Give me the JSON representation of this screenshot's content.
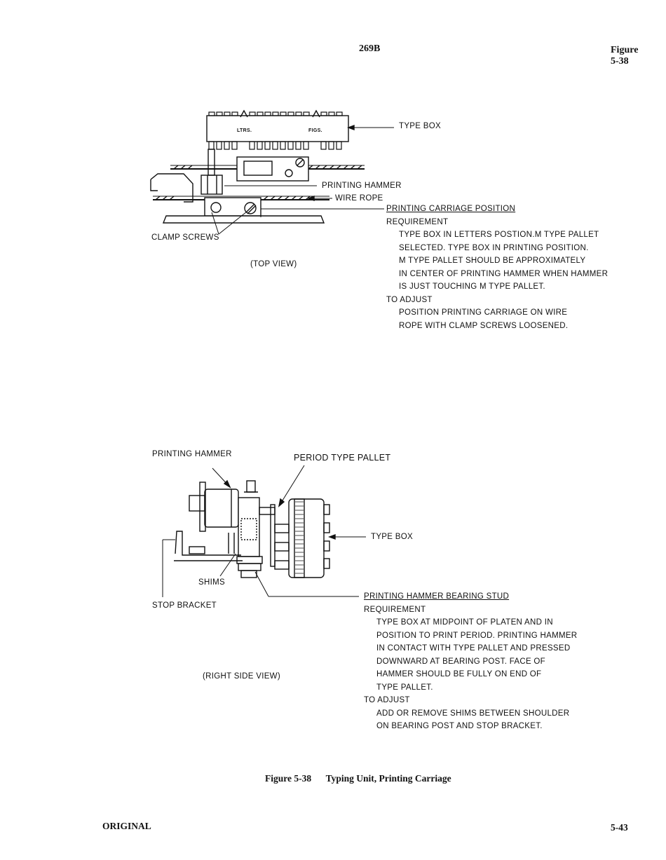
{
  "header": {
    "doc_code": "269B",
    "figure_ref_line1": "Figure",
    "figure_ref_line2": "5-38"
  },
  "top_view": {
    "labels": {
      "type_box": "TYPE BOX",
      "ltrs": "LTRS.",
      "figs": "FIGS.",
      "printing_hammer": "PRINTING HAMMER",
      "wire_rope": "WIRE ROPE",
      "clamp_screws": "CLAMP SCREWS"
    },
    "caption": "(TOP VIEW)",
    "heading": "PRINTING CARRIAGE POSITION",
    "requirement_label": "REQUIREMENT",
    "requirement_lines": [
      "TYPE BOX IN LETTERS POSTION.M TYPE PALLET",
      "SELECTED.  TYPE BOX IN PRINTING POSITION.",
      "M TYPE PALLET SHOULD BE APPROXIMATELY",
      "IN CENTER OF PRINTING HAMMER WHEN HAMMER",
      "IS JUST TOUCHING M TYPE PALLET."
    ],
    "adjust_label": "TO ADJUST",
    "adjust_lines": [
      "POSITION PRINTING CARRIAGE ON WIRE",
      "ROPE WITH CLAMP SCREWS LOOSENED."
    ]
  },
  "side_view": {
    "labels": {
      "printing_hammer": "PRINTING HAMMER",
      "period_type_pallet": "PERIOD TYPE PALLET",
      "type_box": "TYPE BOX",
      "shims": "SHIMS",
      "stop_bracket": "STOP BRACKET"
    },
    "caption": "(RIGHT SIDE VIEW)",
    "heading": "PRINTING HAMMER BEARING STUD",
    "requirement_label": "REQUIREMENT",
    "requirement_lines": [
      "TYPE BOX AT MIDPOINT OF PLATEN AND IN",
      "POSITION TO PRINT PERIOD.  PRINTING HAMMER",
      "IN CONTACT WITH TYPE PALLET AND PRESSED",
      "DOWNWARD AT BEARING POST.  FACE OF",
      "HAMMER SHOULD BE FULLY ON END OF",
      "TYPE PALLET."
    ],
    "adjust_label": "TO ADJUST",
    "adjust_lines": [
      "ADD OR REMOVE SHIMS BETWEEN SHOULDER",
      "ON BEARING POST AND STOP BRACKET."
    ]
  },
  "figure_caption": {
    "number": "Figure 5-38",
    "title": "Typing Unit, Printing Carriage"
  },
  "footer": {
    "left": "ORIGINAL",
    "right": "5-43"
  }
}
